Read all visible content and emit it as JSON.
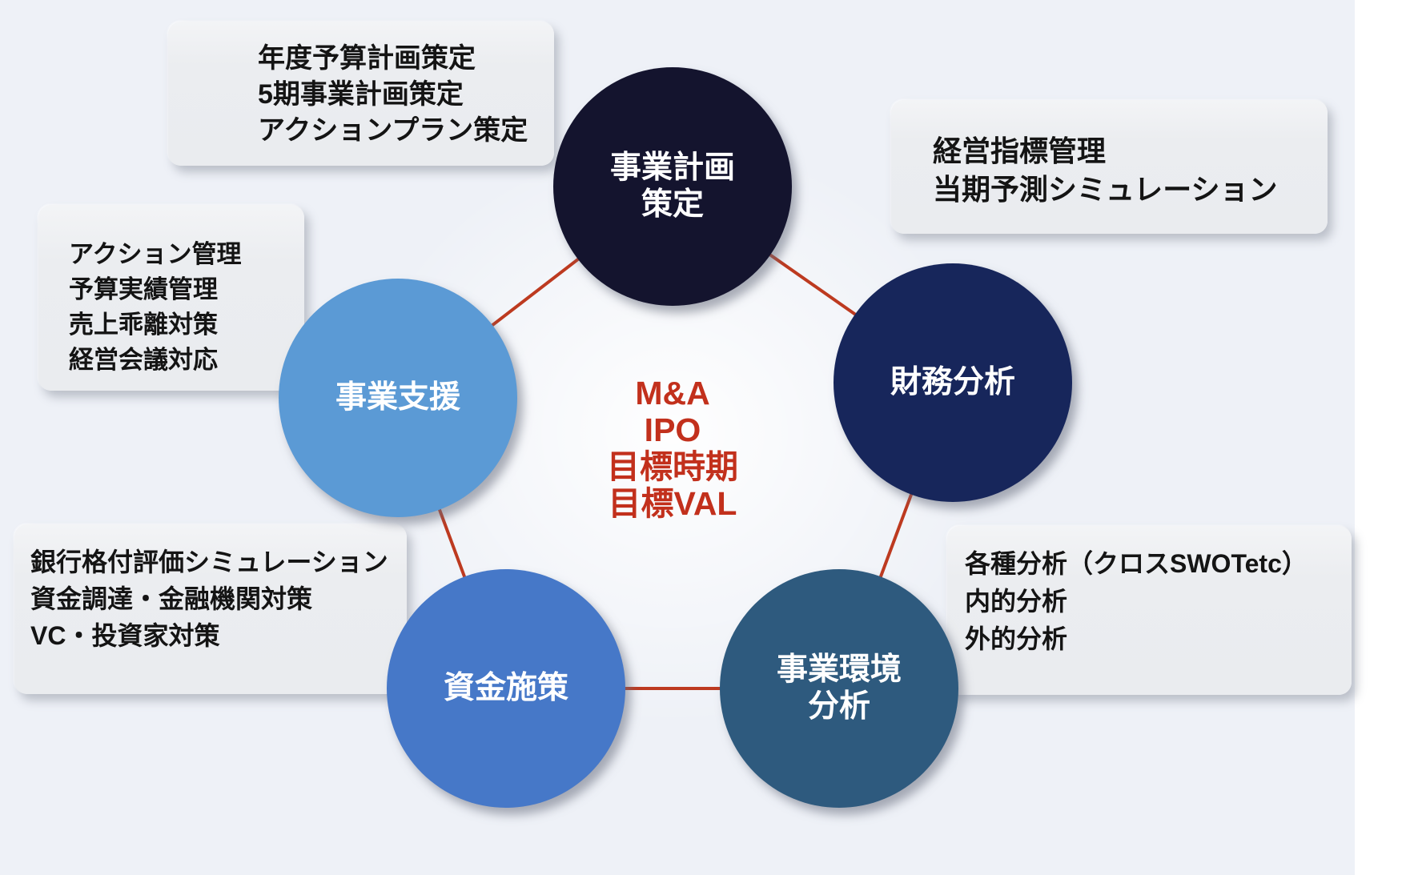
{
  "background": {
    "canvas_color": "#eef1f7",
    "right_strip_color": "#ffffff"
  },
  "connectors": {
    "color": "#bd3a20"
  },
  "center_text": {
    "color": "#c2301c",
    "lines": [
      "M&A",
      "IPO",
      "目標時期",
      "目標VAL"
    ]
  },
  "circles": [
    {
      "id": "business-planning",
      "color": "#14142e",
      "label_lines": [
        "事業計画",
        "策定"
      ]
    },
    {
      "id": "financial-analysis",
      "color": "#17265b",
      "label_lines": [
        "財務分析"
      ]
    },
    {
      "id": "business-environment-analysis",
      "color": "#2e5a7e",
      "label_lines": [
        "事業環境",
        "分析"
      ]
    },
    {
      "id": "funding-measures",
      "color": "#4678c8",
      "label_lines": [
        "資金施策"
      ]
    },
    {
      "id": "business-support",
      "color": "#5b9ad5",
      "label_lines": [
        "事業支援"
      ]
    }
  ],
  "boxes": [
    {
      "for": "business-planning",
      "lines": [
        "年度予算計画策定",
        "5期事業計画策定",
        "アクションプラン策定"
      ]
    },
    {
      "for": "business-support",
      "lines": [
        "アクション管理",
        "予算実績管理",
        "売上乖離対策",
        "経営会議対応"
      ]
    },
    {
      "for": "financial-analysis",
      "lines": [
        "経営指標管理",
        "当期予測シミュレーション"
      ]
    },
    {
      "for": "business-environment-analysis",
      "lines": [
        "各種分析（クロスSWOTetc）",
        "内的分析",
        "外的分析"
      ]
    },
    {
      "for": "funding-measures",
      "lines": [
        "銀行格付評価シミュレーション",
        "資金調達・金融機関対策",
        "VC・投資家対策"
      ]
    }
  ]
}
